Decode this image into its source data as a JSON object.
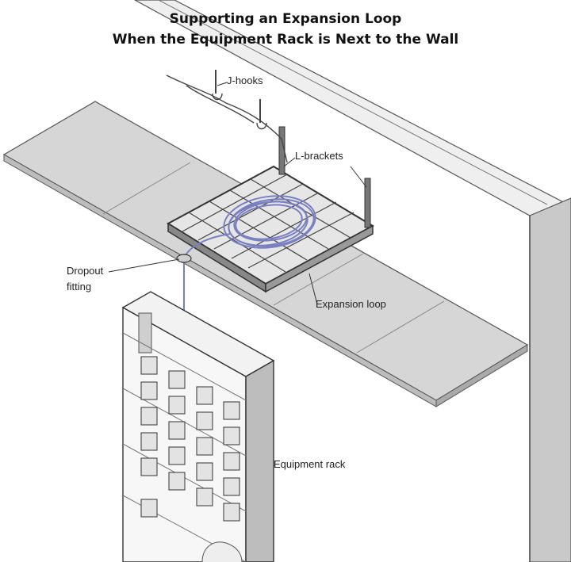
{
  "title": {
    "line1": "Supporting an Expansion Loop",
    "line2": "When the Equipment Rack is Next to the Wall"
  },
  "labels": {
    "j_hooks": "J-hooks",
    "l_brackets": "L-brackets",
    "dropout_line1": "Dropout",
    "dropout_line2": "fitting",
    "expansion_loop": "Expansion loop",
    "equipment_rack": "Equipment rack"
  },
  "colors": {
    "cable": "#7a7fc0",
    "line": "#444444",
    "wall": "#c9c9c9",
    "ceiling": "#d9d9d9",
    "floor_tile": "#d2d2d2"
  }
}
